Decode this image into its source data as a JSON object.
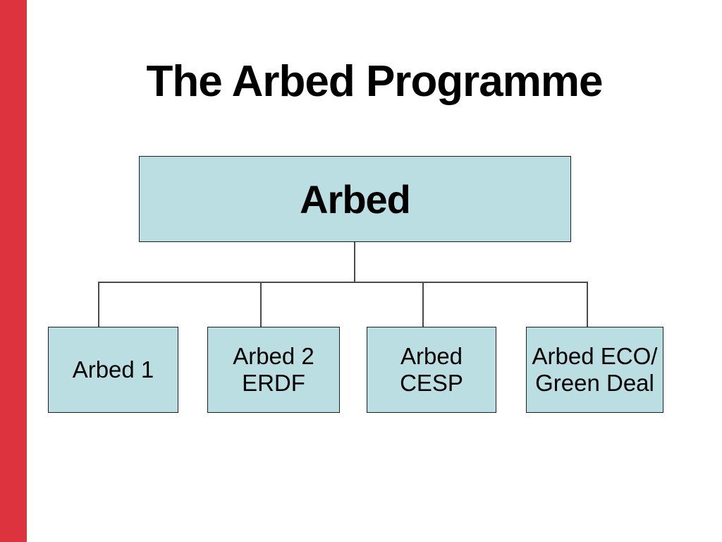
{
  "slide": {
    "title": "The Arbed Programme",
    "colors": {
      "accent_bar": "#DC333E",
      "box_fill": "#BADEE1",
      "box_border": "#1F1F1F",
      "connector": "#4A4A4A",
      "text": "#000000",
      "background": "#FFFFFF"
    },
    "diagram": {
      "type": "org-chart",
      "root": {
        "label": "Arbed"
      },
      "children": [
        {
          "label": "Arbed 1",
          "line1": "Arbed 1",
          "line2": ""
        },
        {
          "label": "Arbed 2 ERDF",
          "line1": "Arbed 2",
          "line2": "ERDF"
        },
        {
          "label": "Arbed CESP",
          "line1": "Arbed",
          "line2": "CESP"
        },
        {
          "label": "Arbed ECO/Green Deal",
          "line1": "Arbed ECO/",
          "line2": "Green Deal"
        }
      ]
    }
  }
}
